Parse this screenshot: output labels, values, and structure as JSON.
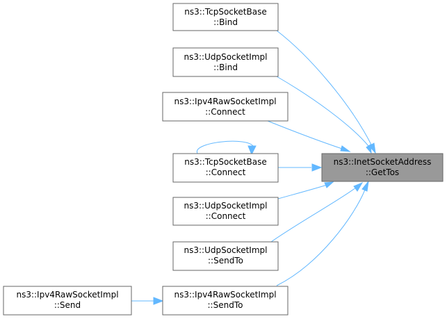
{
  "graph": {
    "focus": {
      "line1": "ns3::InetSocketAddress",
      "line2": "::GetTos"
    },
    "callers": [
      {
        "line1": "ns3::TcpSocketBase",
        "line2": "::Bind"
      },
      {
        "line1": "ns3::UdpSocketImpl",
        "line2": "::Bind"
      },
      {
        "line1": "ns3::Ipv4RawSocketImpl",
        "line2": "::Connect"
      },
      {
        "line1": "ns3::TcpSocketBase",
        "line2": "::Connect"
      },
      {
        "line1": "ns3::UdpSocketImpl",
        "line2": "::Connect"
      },
      {
        "line1": "ns3::UdpSocketImpl",
        "line2": "::SendTo"
      },
      {
        "line1": "ns3::Ipv4RawSocketImpl",
        "line2": "::SendTo"
      }
    ],
    "second_level_caller": {
      "line1": "ns3::Ipv4RawSocketImpl",
      "line2": "::Send"
    }
  },
  "colors": {
    "edge": "#63b8ff",
    "focus_fill": "#999999",
    "node_fill": "#ffffff",
    "node_border": "#666666"
  }
}
